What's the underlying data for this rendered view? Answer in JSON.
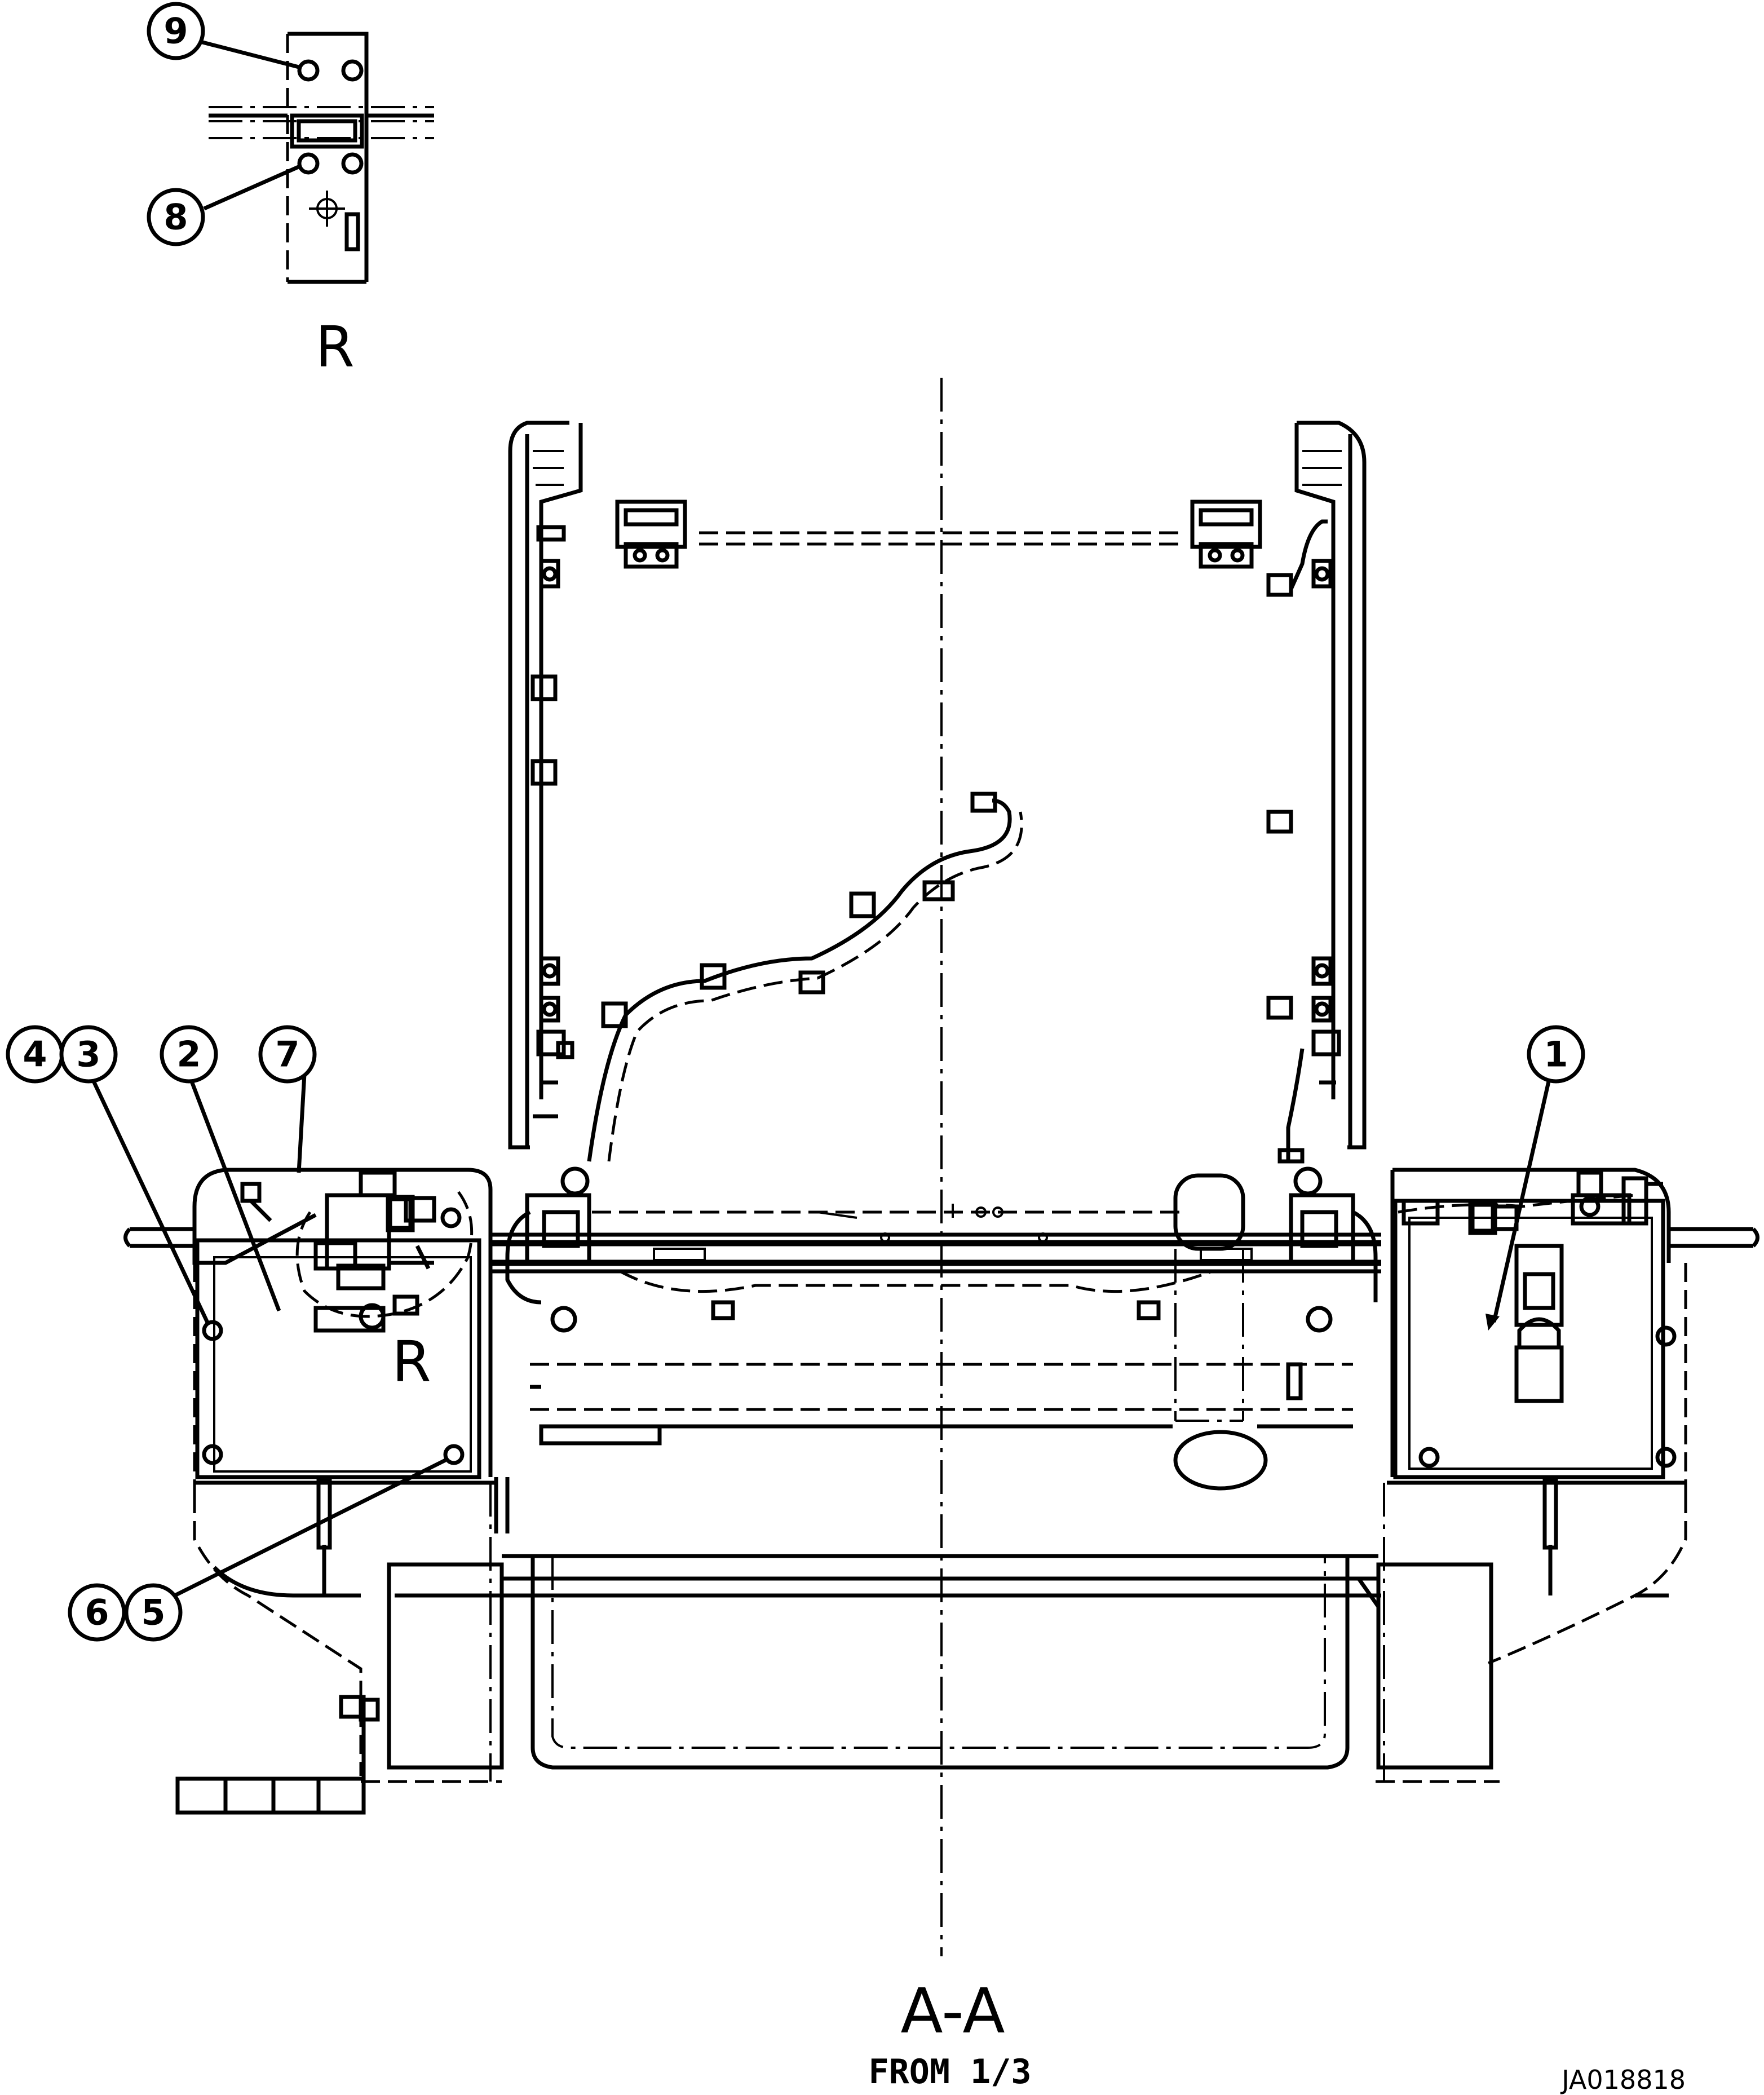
{
  "callouts": [
    {
      "id": "1",
      "label": "1"
    },
    {
      "id": "2",
      "label": "2"
    },
    {
      "id": "3",
      "label": "3"
    },
    {
      "id": "4",
      "label": "4"
    },
    {
      "id": "5",
      "label": "5"
    },
    {
      "id": "6",
      "label": "6"
    },
    {
      "id": "7",
      "label": "7"
    },
    {
      "id": "8",
      "label": "8"
    },
    {
      "id": "9",
      "label": "9"
    }
  ],
  "detail_label": "R",
  "view_title": "A-A",
  "view_subtitle": "FROM 1/3",
  "drawing_number": "JA018818"
}
